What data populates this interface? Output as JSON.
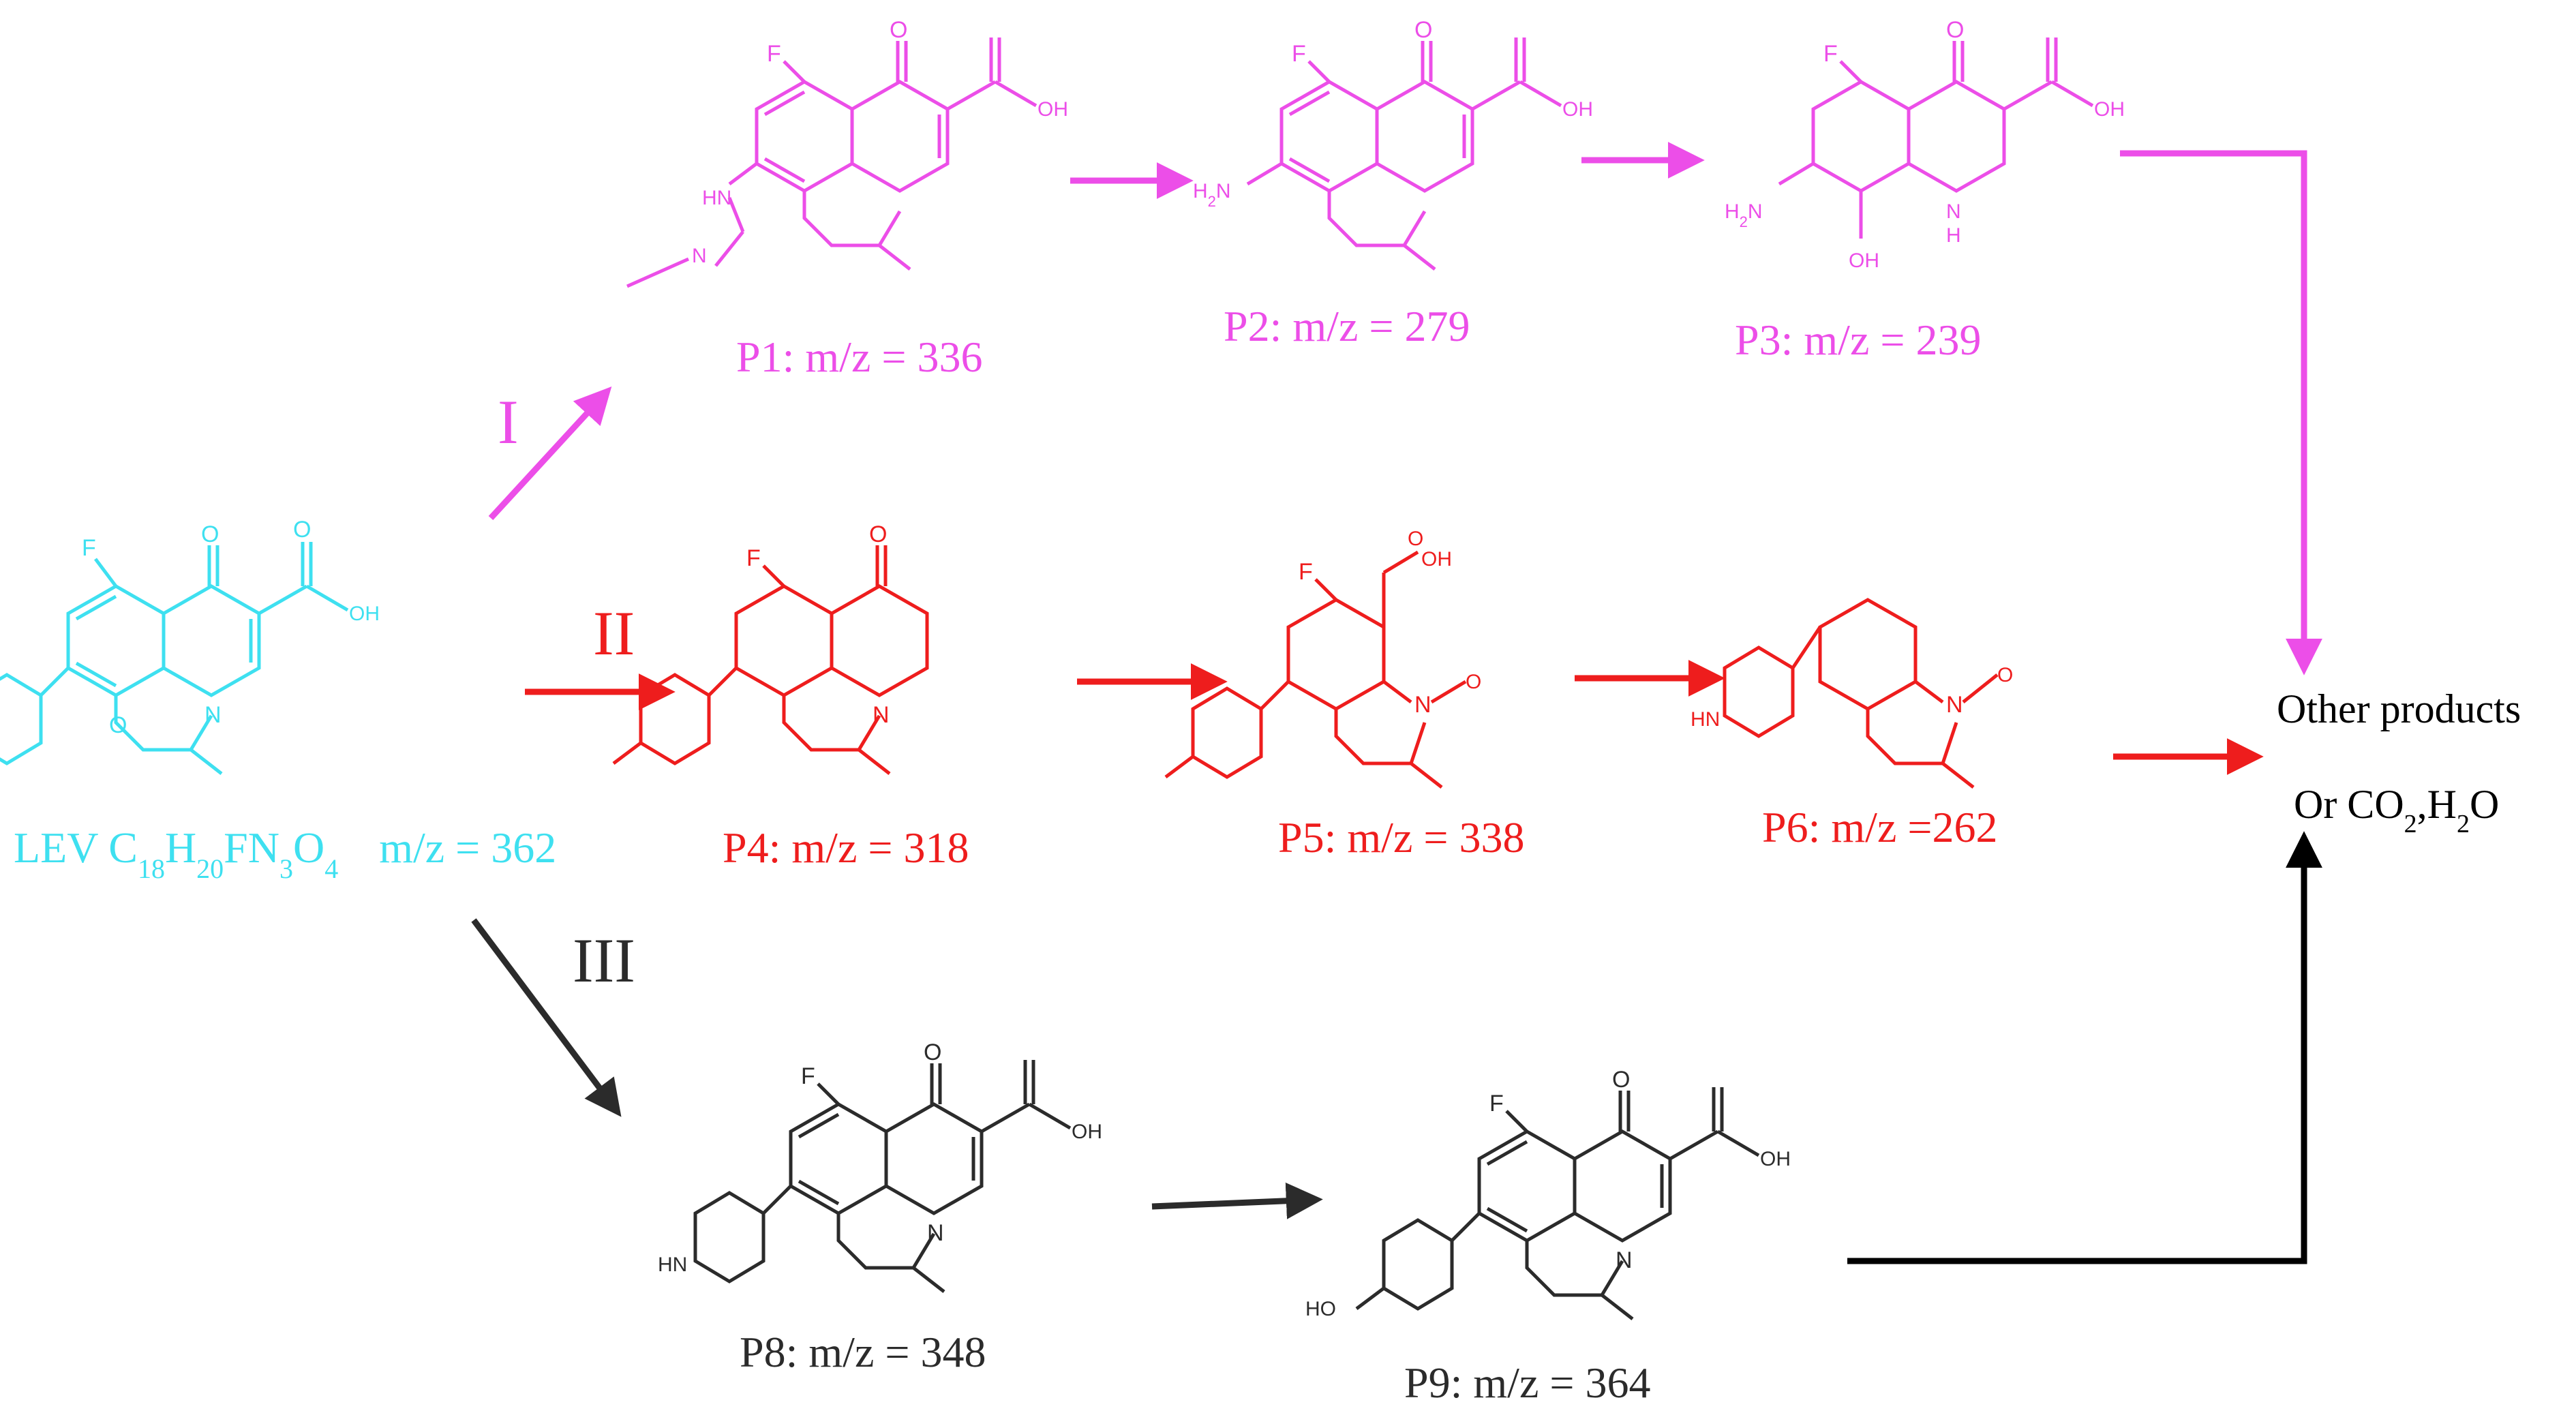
{
  "colors": {
    "pathway_1": "#ec4ee8",
    "pathway_2": "#ee1d1d",
    "pathway_3": "#2b2b2b",
    "parent": "#3ee0f0",
    "final": "#000000"
  },
  "pathways": {
    "p1": "I",
    "p2": "II",
    "p3": "III"
  },
  "compounds": {
    "lev": {
      "label": "LEV C",
      "sub1": "18",
      "mid1": "H",
      "sub2": "20",
      "mid2": "FN",
      "sub3": "3",
      "mid3": "O",
      "sub4": "4",
      "mz": "m/z = 362"
    },
    "p1": {
      "label": "P1: m/z = 336"
    },
    "p2": {
      "label": "P2: m/z = 279"
    },
    "p3": {
      "label": "P3: m/z = 239"
    },
    "p4": {
      "label": "P4: m/z = 318"
    },
    "p5": {
      "label": "P5: m/z = 338"
    },
    "p6": {
      "label": "P6: m/z =262"
    },
    "p8": {
      "label": "P8: m/z = 348"
    },
    "p9": {
      "label": "P9: m/z = 364"
    }
  },
  "atoms": {
    "O": "O",
    "F": "F",
    "N": "N",
    "OH": "OH",
    "H2N": "H",
    "H2N_sub": "2",
    "H2N_N": "N",
    "HN": "HN",
    "NH": "H",
    "HO": "HO",
    "H": "H"
  },
  "final": {
    "line1": "Other products",
    "line2_a": "Or CO",
    "line2_sub": "2",
    "line2_b": ",H",
    "line2_sub2": "2",
    "line2_c": "O"
  }
}
